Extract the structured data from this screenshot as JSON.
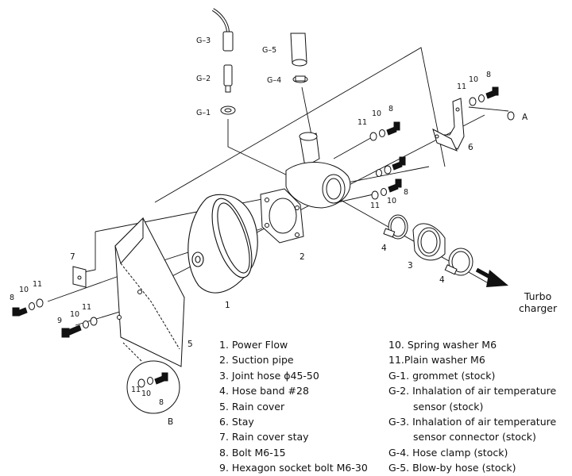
{
  "diagram": {
    "callouts": {
      "power_flow": "1",
      "suction_pipe": "2",
      "joint_hose": "3",
      "hose_band_left": "4",
      "hose_band_right": "4",
      "rain_cover": "5",
      "stay": "6",
      "rain_cover_stay": "7",
      "bolt_a": "8",
      "bolt_b": "8",
      "bolt_c": "8",
      "bolt_d": "8",
      "bolt_e": "8",
      "spring_washer_a": "10",
      "spring_washer_b": "10",
      "spring_washer_c": "10",
      "spring_washer_d": "10",
      "spring_washer_e": "10",
      "spring_washer_f": "10",
      "plain_washer_a": "11",
      "plain_washer_b": "11",
      "plain_washer_c": "11",
      "plain_washer_d": "11",
      "plain_washer_e": "11",
      "hex_bolt": "9",
      "g1": "G–1",
      "g2": "G–2",
      "g3": "G–3",
      "g4": "G–4",
      "g5": "G–5",
      "point_a": "A",
      "point_b": "B"
    },
    "turbo": [
      "Turbo",
      "charger"
    ]
  },
  "legend": {
    "left": [
      "1. Power Flow",
      "2. Suction pipe",
      "3. Joint hose ϕ45-50",
      "4. Hose band #28",
      "5. Rain cover",
      "6. Stay",
      "7. Rain cover stay",
      "8. Bolt M6-15",
      "9. Hexagon socket bolt M6-30"
    ],
    "right": [
      {
        "text": "10. Spring washer M6"
      },
      {
        "text": "11.Plain washer M6"
      },
      {
        "text": "G-1. grommet (stock)"
      },
      {
        "text": "G-2. Inhalation of air temperature"
      },
      {
        "text": "sensor (stock)",
        "cont": true
      },
      {
        "text": "G-3. Inhalation of air temperature"
      },
      {
        "text": "sensor connector (stock)",
        "cont": true
      },
      {
        "text": "G-4. Hose clamp (stock)"
      },
      {
        "text": "G-5. Blow-by hose (stock)"
      }
    ]
  },
  "colors": {
    "line": "#111111",
    "fill": "#ffffff"
  }
}
